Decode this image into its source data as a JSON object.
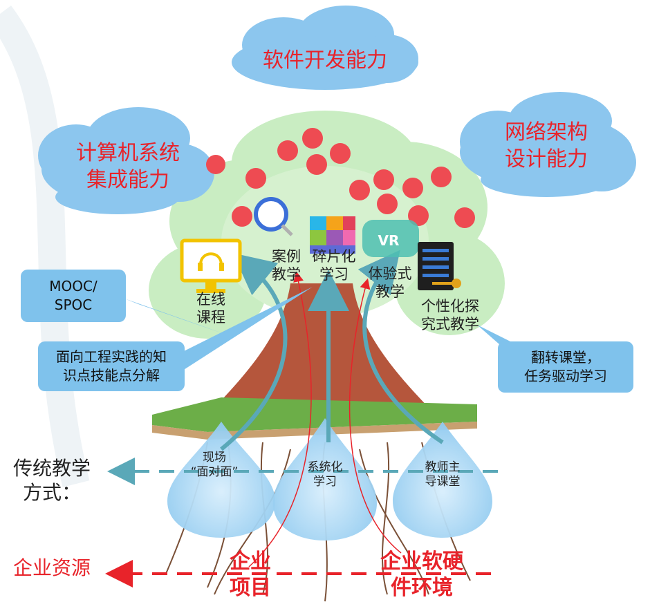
{
  "clouds": {
    "software": "软件开发能力",
    "system": "计算机系统\n集成能力",
    "network": "网络架构\n设计能力"
  },
  "tree_labels": {
    "online": "在线\n课程",
    "case": "案例\n教学",
    "fragment": "碎片化\n学习",
    "experience": "体验式\n教学",
    "personal": "个性化探\n究式教学"
  },
  "callouts": {
    "mooc": "MOOC/\nSPOC",
    "engineering": "面向工程实践的知\n识点技能点分解",
    "flipped": "翻转课堂，\n任务驱动学习"
  },
  "drops": {
    "left": "现场\n“面对面”",
    "middle": "系统化\n学习",
    "right": "教师主\n导课堂"
  },
  "side_labels": {
    "traditional": "传统教学\n方式：",
    "enterprise": "企业资源"
  },
  "enterprise": {
    "project": "企业\n项目",
    "env": "企业软硬\n件环境"
  },
  "icons": {
    "monitor": "headset-monitor-icon",
    "magnifier": "magnifier-icon",
    "puzzle": "puzzle-icon",
    "vr": "vr-headset-icon",
    "server": "server-key-icon"
  },
  "vr_text": "VR",
  "colors": {
    "cloud": "#8cc6ee",
    "callout": "#7fc2ec",
    "red": "#e8232a",
    "trunk": "#b5563c",
    "canopy": "#c7ecbf",
    "arrow": "#5aa8b8"
  }
}
